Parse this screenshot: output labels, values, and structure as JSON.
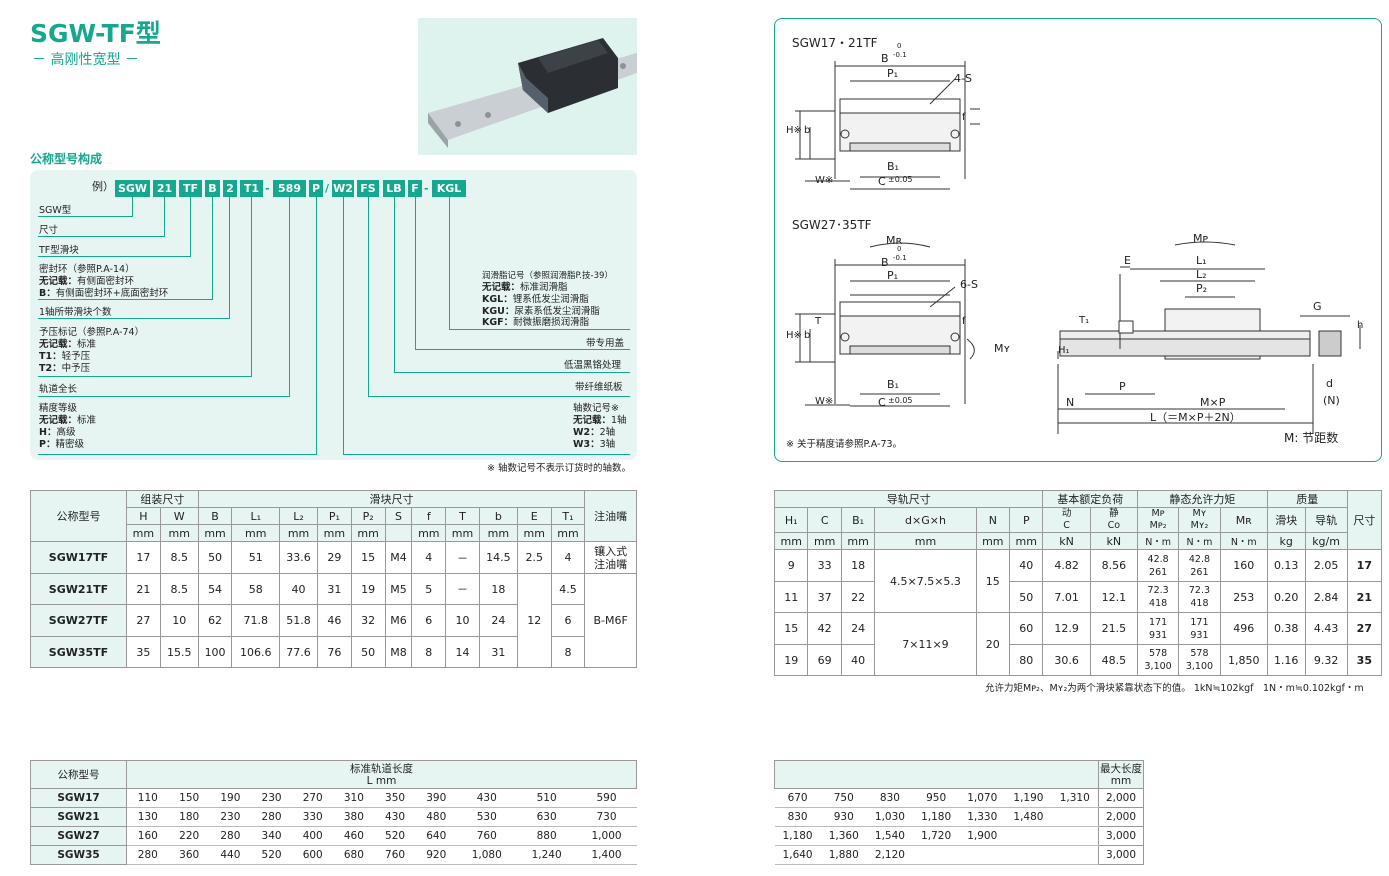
{
  "title": "SGW-TF型",
  "subtitle": "－ 高刚性宽型 －",
  "code_section": {
    "heading": "公称型号构成",
    "example_prefix": "例）",
    "chips": [
      "SGW",
      "21",
      "TF",
      "B",
      "2",
      "T1",
      "589",
      "P",
      "W2",
      "FS",
      "LB",
      "F",
      "KGL"
    ],
    "sep1": "-",
    "sep2": "/",
    "sep3": "-",
    "labels": {
      "sgw": "SGW型",
      "size": "尺寸",
      "tf": "TF型滑块",
      "seal_title": "密封环（参照P.A-14）",
      "seal_none_key": "无记载：",
      "seal_none_val": "有侧面密封环",
      "seal_b_key": "B：",
      "seal_b_val": "有侧面密封环+底面密封环",
      "blocks": "1轴所带滑块个数",
      "preload_title": "予压标记（参照P.A-74）",
      "preload_none_key": "无记载：",
      "preload_none_val": "标准",
      "preload_t1_key": "T1：",
      "preload_t1_val": "轻予压",
      "preload_t2_key": "T2：",
      "preload_t2_val": "中予压",
      "rail_length": "轨道全长",
      "accuracy_title": "精度等级",
      "acc_none_key": "无记载：",
      "acc_none_val": "标准",
      "acc_h_key": "H：",
      "acc_h_val": "高级",
      "acc_p_key": "P：",
      "acc_p_val": "精密级",
      "grease_title": "润滑脂记号（参照润滑脂P.技-39）",
      "grease_none_key": "无记载：",
      "grease_none_val": "标准润滑脂",
      "grease_kgl_key": "KGL：",
      "grease_kgl_val": "锂系低发尘润滑脂",
      "grease_kgu_key": "KGU：",
      "grease_kgu_val": "尿素系低发尘润滑脂",
      "grease_kgf_key": "KGF：",
      "grease_kgf_val": "耐微振磨损润滑脂",
      "cap": "带专用盖",
      "chrome": "低温黑铬处理",
      "fiber": "带纤维纸板",
      "axis_title": "轴数记号※",
      "axis_none_key": "无记载：",
      "axis_none_val": "1轴",
      "axis_w2_key": "W2：",
      "axis_w2_val": "2轴",
      "axis_w3_key": "W3：",
      "axis_w3_val": "3轴"
    },
    "note": "※ 轴数记号不表示订货时的轴数。"
  },
  "diagram": {
    "title1": "SGW17・21TF",
    "title2": "SGW27･35TF",
    "labels": {
      "B": "B",
      "tol_top": "0",
      "tol_bot": "-0.1",
      "P1": "P₁",
      "S4": "4-S",
      "S6": "6-S",
      "H": "H※",
      "T": "T",
      "b": "b",
      "f": "f",
      "B1": "B₁",
      "C": "C",
      "c_tol": "±0.05",
      "W": "W※",
      "MR": "Mʀ",
      "MP": "Mᴘ",
      "MY": "Mʏ",
      "E": "E",
      "L1": "L₁",
      "L2": "L₂",
      "P2": "P₂",
      "G": "G",
      "h": "h",
      "T1": "T₁",
      "H1": "H₁",
      "P": "P",
      "d": "d",
      "N_paren": "(N)",
      "N": "N",
      "MxP": "M×P",
      "Lformula": "L（＝M×P＋2N）",
      "pitch": "M: 节距数"
    },
    "note": "※ 关于精度请参照P.A-73。"
  },
  "spec_left": {
    "h_model": "公称型号",
    "h_asm": "组装尺寸",
    "h_slider": "滑块尺寸",
    "cols": [
      "H",
      "W",
      "B",
      "L₁",
      "L₂",
      "P₁",
      "P₂",
      "S",
      "f",
      "T",
      "b",
      "E",
      "T₁"
    ],
    "h_nozzle": "注油嘴",
    "unit": "mm",
    "rows": [
      {
        "model": "SGW17TF",
        "H": "17",
        "W": "8.5",
        "B": "50",
        "L1": "51",
        "L2": "33.6",
        "P1": "29",
        "P2": "15",
        "S": "M4",
        "f": "4",
        "T": "－",
        "b": "14.5",
        "E": "2.5",
        "T1": "4",
        "nozzle1": "镶入式",
        "nozzle2": "注油嘴"
      },
      {
        "model": "SGW21TF",
        "H": "21",
        "W": "8.5",
        "B": "54",
        "L1": "58",
        "L2": "40",
        "P1": "31",
        "P2": "19",
        "S": "M5",
        "f": "5",
        "T": "－",
        "b": "18",
        "E": "",
        "T1": "4.5",
        "nozzle1": "",
        "nozzle2": ""
      },
      {
        "model": "SGW27TF",
        "H": "27",
        "W": "10",
        "B": "62",
        "L1": "71.8",
        "L2": "51.8",
        "P1": "46",
        "P2": "32",
        "S": "M6",
        "f": "6",
        "T": "10",
        "b": "24",
        "E": "12",
        "T1": "6",
        "nozzle1": "B-M6F",
        "nozzle2": ""
      },
      {
        "model": "SGW35TF",
        "H": "35",
        "W": "15.5",
        "B": "100",
        "L1": "106.6",
        "L2": "77.6",
        "P1": "76",
        "P2": "50",
        "S": "M8",
        "f": "8",
        "T": "14",
        "b": "31",
        "E": "",
        "T1": "8",
        "nozzle1": "",
        "nozzle2": ""
      }
    ]
  },
  "spec_right": {
    "h_rail": "导轨尺寸",
    "h_load": "基本额定负荷",
    "h_moment": "静态允许力矩",
    "h_mass": "质量",
    "h_size": "尺寸",
    "h_H1": "H₁",
    "h_C": "C",
    "h_B1": "B₁",
    "h_dGh": "d×G×h",
    "h_N": "N",
    "h_P": "P",
    "h_dyn": "动",
    "h_dyn2": "C",
    "h_sta": "静",
    "h_sta2": "Co",
    "h_mp": "Mᴘ",
    "h_mp2": "Mᴘ₂",
    "h_my": "Mʏ",
    "h_my2": "Mʏ₂",
    "h_mr": "Mʀ",
    "h_block": "滑块",
    "h_railm": "导轨",
    "u_mm": "mm",
    "u_kn": "kN",
    "u_nm": "N・m",
    "u_kg": "kg",
    "u_kgm": "kg/m",
    "rows": [
      {
        "H1": "9",
        "C": "33",
        "B1": "18",
        "dGh": "4.5×7.5×5.3",
        "N": "15",
        "P": "40",
        "Cd": "4.82",
        "Cs": "8.56",
        "mp1": "42.8",
        "mp2": "261",
        "my1": "42.8",
        "my2": "261",
        "mr": "160",
        "mb": "0.13",
        "mr2": "2.05",
        "size": "17"
      },
      {
        "H1": "11",
        "C": "37",
        "B1": "22",
        "dGh": "",
        "N": "",
        "P": "50",
        "Cd": "7.01",
        "Cs": "12.1",
        "mp1": "72.3",
        "mp2": "418",
        "my1": "72.3",
        "my2": "418",
        "mr": "253",
        "mb": "0.20",
        "mr2": "2.84",
        "size": "21"
      },
      {
        "H1": "15",
        "C": "42",
        "B1": "24",
        "dGh": "",
        "N": "20",
        "P": "60",
        "Cd": "12.9",
        "Cs": "21.5",
        "mp1": "171",
        "mp2": "931",
        "my1": "171",
        "my2": "931",
        "mr": "496",
        "mb": "0.38",
        "mr2": "4.43",
        "size": "27"
      },
      {
        "H1": "19",
        "C": "69",
        "B1": "40",
        "dGh": "7×11×9",
        "N": "",
        "P": "80",
        "Cd": "30.6",
        "Cs": "48.5",
        "mp1": "578",
        "mp2": "3,100",
        "my1": "578",
        "my2": "3,100",
        "mr": "1,850",
        "mb": "1.16",
        "mr2": "9.32",
        "size": "35"
      }
    ],
    "note": "允许力矩Mᴘ₂、Mʏ₂为两个滑块紧靠状态下的值。 1kN≒102kgf　1N・m≒0.102kgf・m"
  },
  "length_left": {
    "h_model": "公称型号",
    "h_std": "标准轨道长度",
    "h_unit": "L mm",
    "rows": [
      {
        "model": "SGW17",
        "vals": [
          "110",
          "150",
          "190",
          "230",
          "270",
          "310",
          "350",
          "390",
          "430",
          "510",
          "590"
        ]
      },
      {
        "model": "SGW21",
        "vals": [
          "130",
          "180",
          "230",
          "280",
          "330",
          "380",
          "430",
          "480",
          "530",
          "630",
          "730"
        ]
      },
      {
        "model": "SGW27",
        "vals": [
          "160",
          "220",
          "280",
          "340",
          "400",
          "460",
          "520",
          "640",
          "760",
          "880",
          "1,000"
        ]
      },
      {
        "model": "SGW35",
        "vals": [
          "280",
          "360",
          "440",
          "520",
          "600",
          "680",
          "760",
          "920",
          "1,080",
          "1,240",
          "1,400"
        ]
      }
    ]
  },
  "length_right": {
    "h_max": "最大长度",
    "h_max_unit": "mm",
    "rows": [
      {
        "vals": [
          "670",
          "750",
          "830",
          "950",
          "1,070",
          "1,190",
          "1,310"
        ],
        "max": "2,000"
      },
      {
        "vals": [
          "830",
          "930",
          "1,030",
          "1,180",
          "1,330",
          "1,480",
          ""
        ],
        "max": "2,000"
      },
      {
        "vals": [
          "1,180",
          "1,360",
          "1,540",
          "1,720",
          "1,900",
          "",
          ""
        ],
        "max": "3,000"
      },
      {
        "vals": [
          "1,640",
          "1,880",
          "2,120",
          "",
          "",
          "",
          ""
        ],
        "max": "3,000"
      }
    ]
  },
  "colors": {
    "accent": "#15a88e",
    "panel": "#e7f5f2"
  }
}
